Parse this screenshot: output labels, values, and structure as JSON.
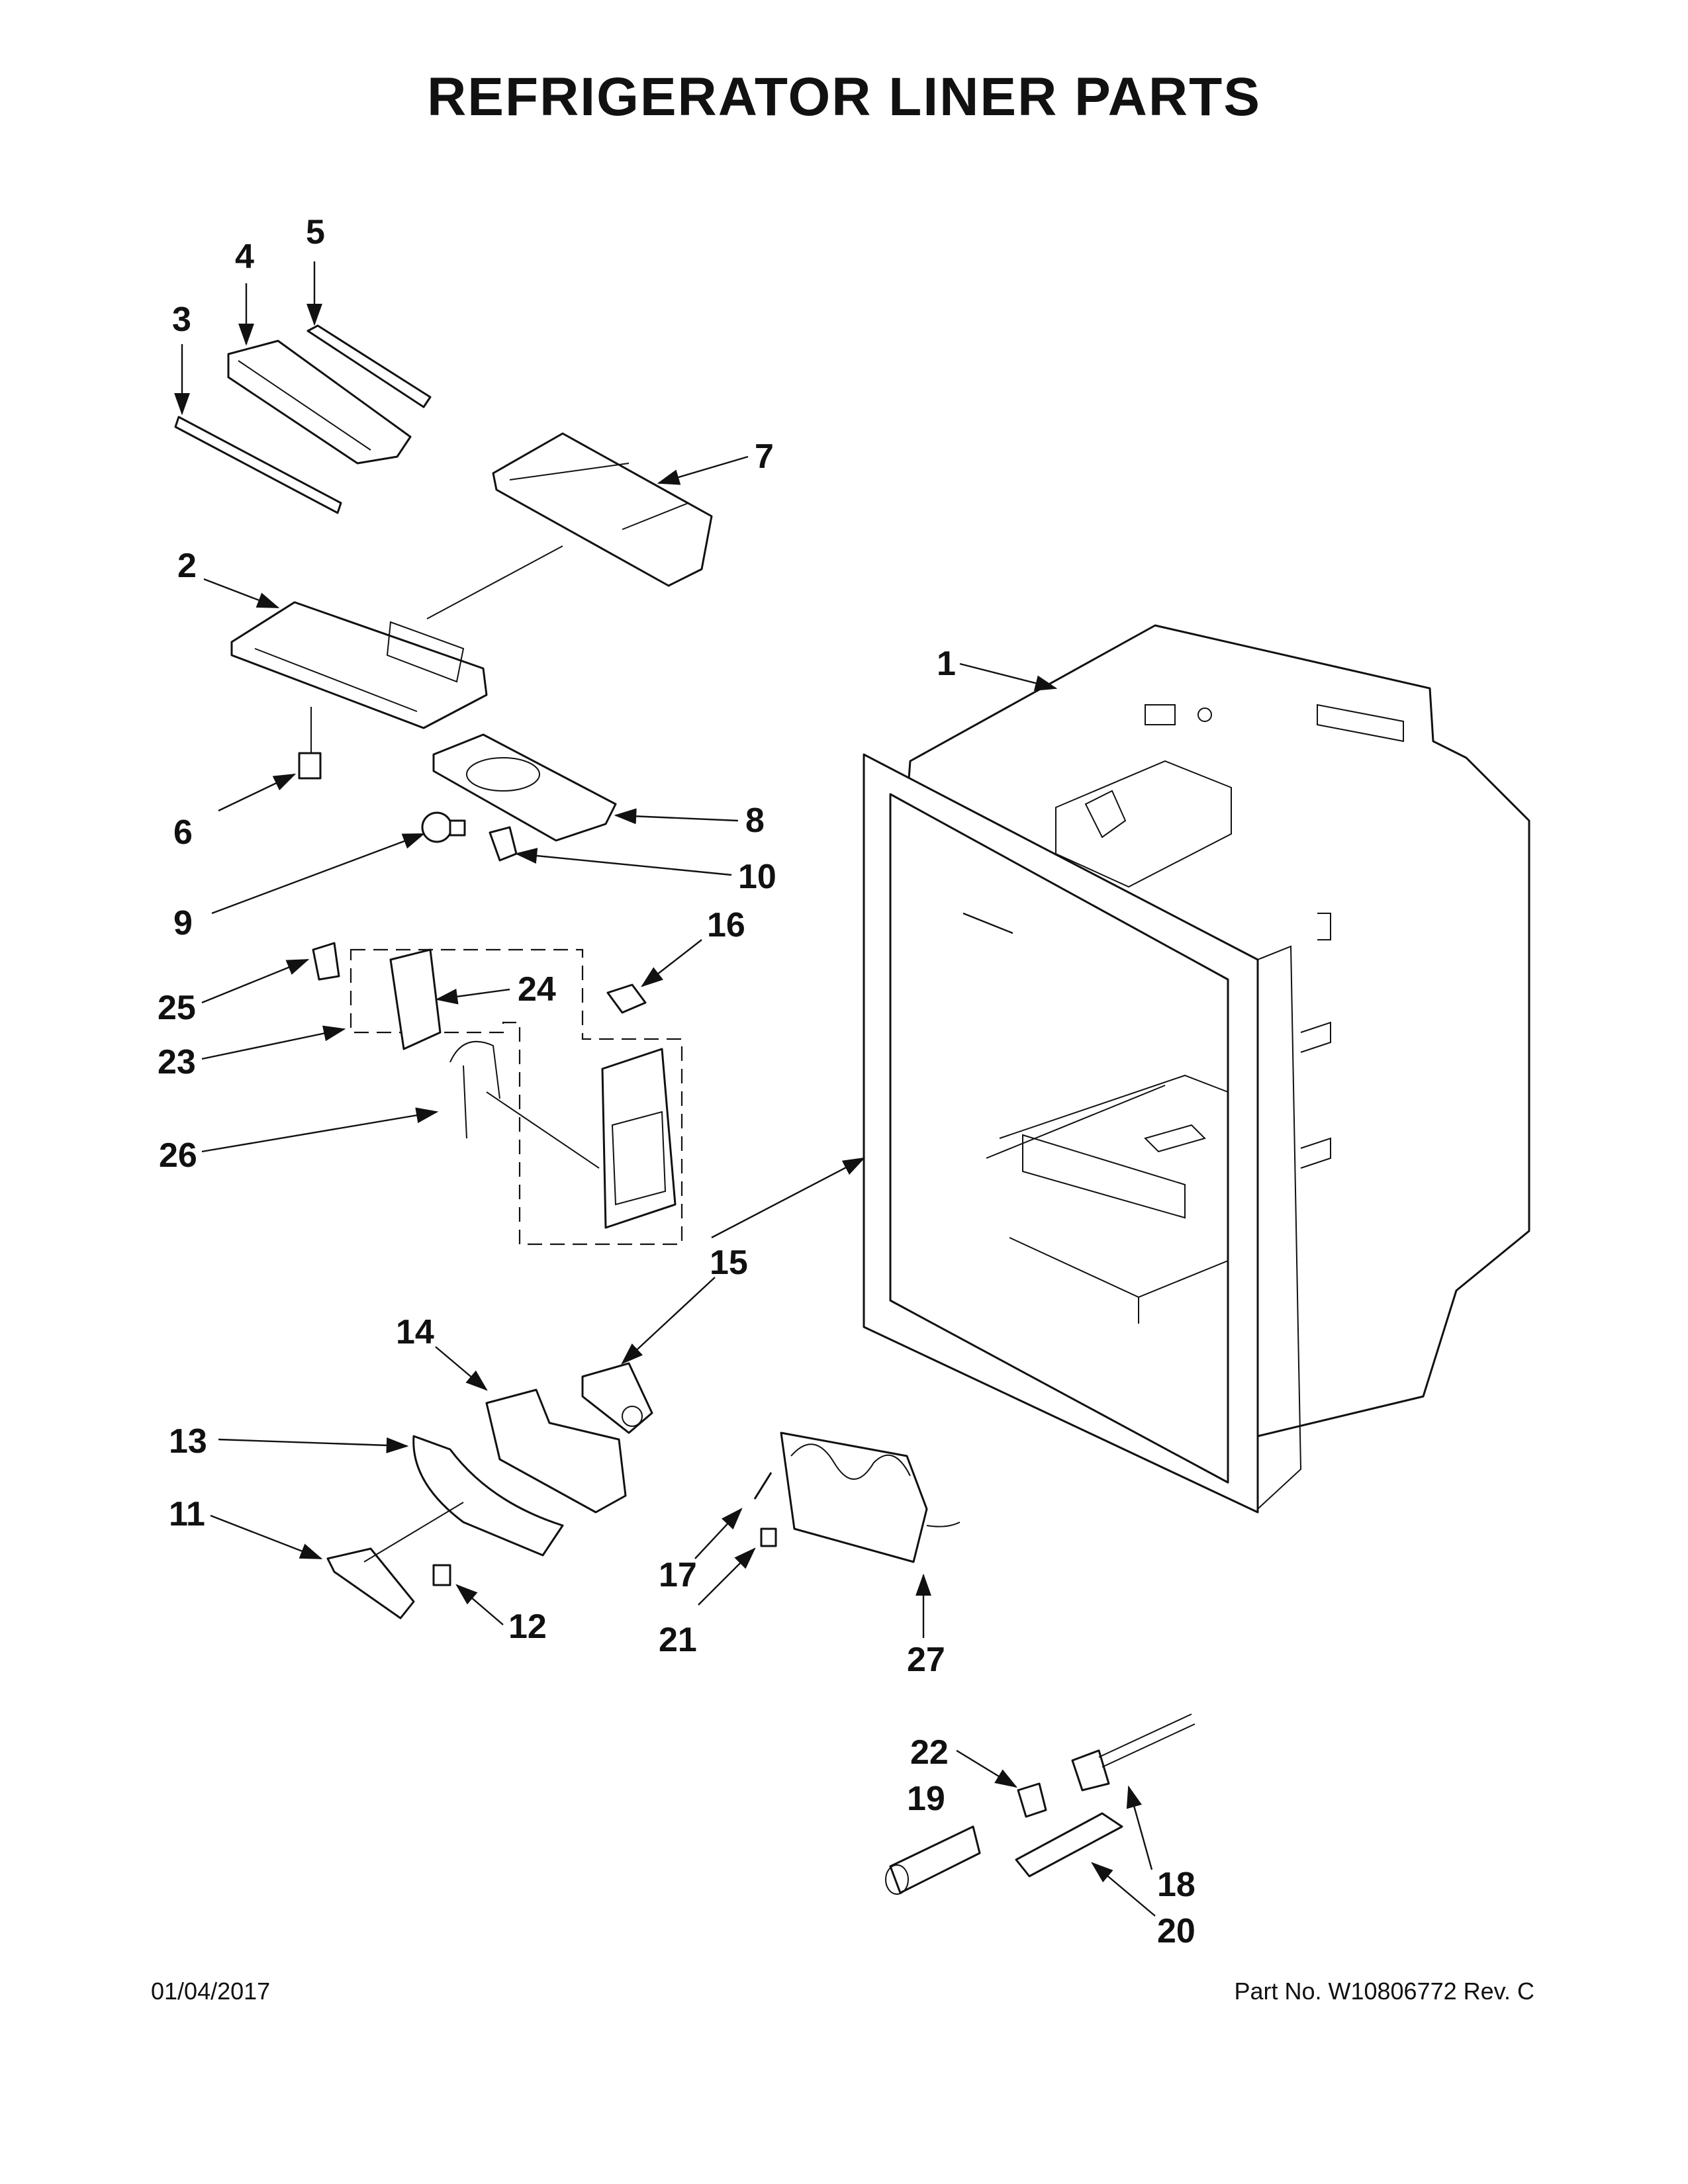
{
  "title": "REFRIGERATOR LINER PARTS",
  "footer": {
    "date": "01/04/2017",
    "part_number": "Part No.  W10806772  Rev.  C"
  },
  "callouts": [
    "1",
    "2",
    "3",
    "4",
    "5",
    "6",
    "7",
    "8",
    "9",
    "10",
    "11",
    "12",
    "13",
    "14",
    "15",
    "16",
    "17",
    "18",
    "19",
    "20",
    "21",
    "22",
    "23",
    "24",
    "25",
    "26",
    "27"
  ]
}
